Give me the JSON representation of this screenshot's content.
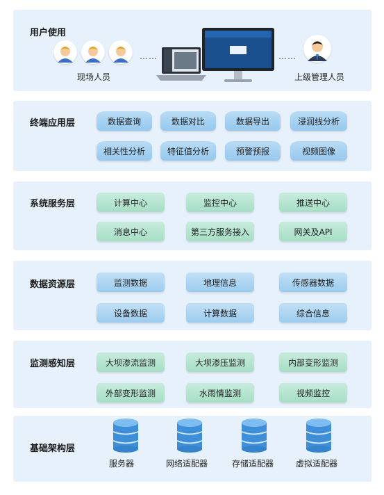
{
  "layers": {
    "user": {
      "title": "用户使用",
      "field_staff_label": "现场人员",
      "manager_label": "上级管理人员",
      "dots_left": "……",
      "dots_right": "……"
    },
    "terminal": {
      "title": "终端应用层",
      "items": [
        "数据查询",
        "数据对比",
        "数据导出",
        "浸润线分析",
        "相关性分析",
        "特征值分析",
        "预警预报",
        "视频图像"
      ]
    },
    "service": {
      "title": "系统服务层",
      "items": [
        "计算中心",
        "监控中心",
        "推送中心",
        "消息中心",
        "第三方服务接入",
        "网关及API"
      ]
    },
    "data": {
      "title": "数据资源层",
      "items": [
        "监测数据",
        "地理信息",
        "传感器数据",
        "设备数据",
        "计算数据",
        "综合信息"
      ]
    },
    "sensing": {
      "title": "监测感知层",
      "items": [
        "大坝渗流监测",
        "大坝渗压监测",
        "内部变形监测",
        "外部变形监测",
        "水雨情监测",
        "视频监控"
      ]
    },
    "infra": {
      "title": "基础架构层",
      "items": [
        "服务器",
        "网络适配器",
        "存储适配器",
        "虚拟适配器"
      ]
    }
  },
  "colors": {
    "panel_bg": "#e6f1fb",
    "pill_blue": "#9fcdef",
    "pill_green": "#b3e3cd",
    "db_blue": "#3f8fd8"
  },
  "icons": [
    "field-staff-avatar-icon",
    "manager-avatar-icon",
    "laptop-icon",
    "monitor-icon",
    "database-icon"
  ]
}
